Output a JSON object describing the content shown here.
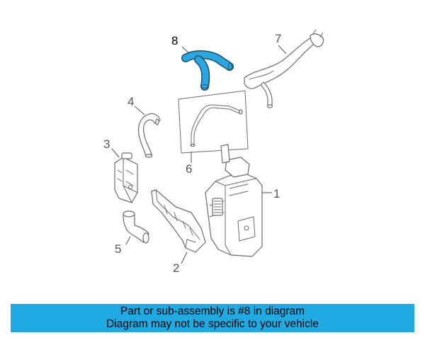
{
  "diagram": {
    "callouts": [
      {
        "id": "1",
        "label": "1"
      },
      {
        "id": "2",
        "label": "2"
      },
      {
        "id": "3",
        "label": "3"
      },
      {
        "id": "4",
        "label": "4"
      },
      {
        "id": "5",
        "label": "5"
      },
      {
        "id": "6",
        "label": "6"
      },
      {
        "id": "7",
        "label": "7"
      },
      {
        "id": "8",
        "label": "8"
      }
    ],
    "highlighted_part": "8",
    "highlight_color": "#2aa7e0",
    "line_color": "#6b6b6b"
  },
  "banner": {
    "line1": "Part or sub-assembly is #8 in diagram",
    "line2": "Diagram may not be specific to your vehicle",
    "background": "#21a9e1"
  }
}
